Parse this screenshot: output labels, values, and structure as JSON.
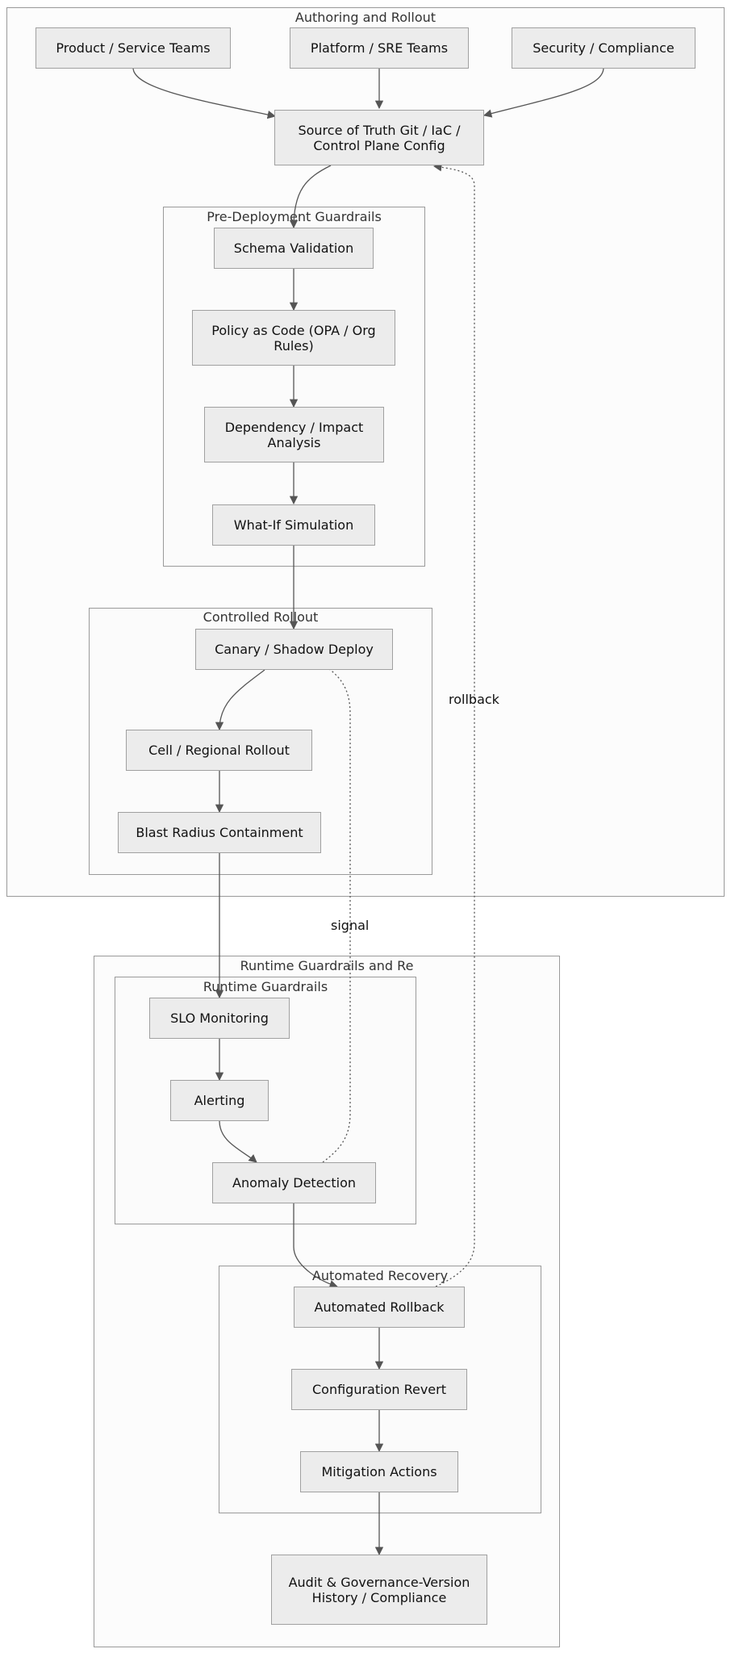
{
  "groups": {
    "authoring": "Authoring and Rollout",
    "predeploy": "Pre-Deployment Guardrails",
    "controlled": "Controlled Rollout",
    "runtime_outer": "Runtime Guardrails and Re",
    "runtime_inner": "Runtime Guardrails",
    "recovery": "Automated Recovery"
  },
  "nodes": {
    "product_teams": "Product / Service Teams",
    "platform_teams": "Platform / SRE Teams",
    "security": "Security / Compliance",
    "source_of_truth": "Source of Truth Git / IaC / Control Plane Config",
    "schema_validation": "Schema Validation",
    "policy_as_code": "Policy as Code (OPA / Org Rules)",
    "dependency": "Dependency / Impact Analysis",
    "what_if": "What-If Simulation",
    "canary": "Canary / Shadow Deploy",
    "cell_rollout": "Cell / Regional Rollout",
    "blast_radius": "Blast Radius Containment",
    "slo_monitoring": "SLO Monitoring",
    "alerting": "Alerting",
    "anomaly": "Anomaly Detection",
    "auto_rollback": "Automated Rollback",
    "config_revert": "Configuration Revert",
    "mitigation": "Mitigation Actions",
    "audit": "Audit & Governance-Version History / Compliance"
  },
  "edge_labels": {
    "rollback": "rollback",
    "signal": "signal"
  },
  "colors": {
    "node_fill": "#ececec",
    "node_border": "#a0a0a0",
    "group_border": "#9a9a9a",
    "edge": "#555555"
  }
}
